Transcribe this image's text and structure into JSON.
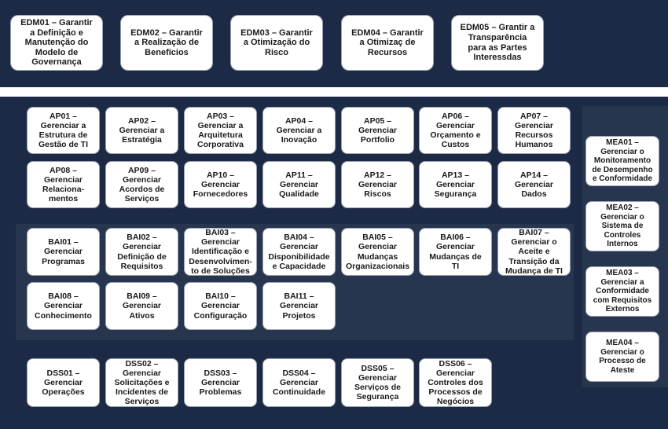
{
  "edm": [
    "EDM01 – Garantir\na Definição e\nManutenção do\nModelo de\nGovernança",
    "EDM02 – Garantir\na Realização de\nBenefícios",
    "EDM03 – Garantir\na Otimização do\nRisco",
    "EDM04 – Garantir\na Otimizaç de\nRecursos",
    "EDM05 – Grantir a\nTransparência\npara as Partes\nInteressdas"
  ],
  "apo_row1": [
    "AP01 –\nGerenciar a\nEstrutura de\nGestão de TI",
    "AP02 –\nGerenciar a\nEstratégia",
    "AP03 –\nGerenciar a\nArquitetura\nCorporativa",
    "AP04 –\nGerenciar a\nInovação",
    "AP05 –\nGerenciar\nPortfolio",
    "AP06 –\nGerenciar\nOrçamento e\nCustos",
    "AP07 –\nGerenciar\nRecursos\nHumanos"
  ],
  "apo_row2": [
    "AP08 –\nGerenciar\nRelaciona-\nmentos",
    "AP09 –\nGerenciar\nAcordos de\nServiços",
    "AP10 –\nGerenciar\nFornecedores",
    "AP11 –\nGerenciar\nQualidade",
    "AP12 –\nGerenciar\nRiscos",
    "AP13 –\nGerenciar\nSegurança",
    "AP14 –\nGerenciar\nDados"
  ],
  "bai_row1": [
    "BAI01 –\nGerenciar\nProgramas",
    "BAI02 –\nGerenciar\nDefinição de\nRequisitos",
    "BAI03 –\nGerenciar\nIdentificação e\nDesenvolvimen-\nto de Soluções",
    "BAI04 –\nGerenciar\nDisponibilidade\ne Capacidade",
    "BAI05 –\nGerenciar\nMudanças\nOrganizacionais",
    "BAI06 –\nGerenciar\nMudanças de\nTI",
    "BAI07 –\nGerenciar o\nAceite e\nTransição da\nMudança de TI"
  ],
  "bai_row2": [
    "BAI08 –\nGerenciar\nConhecimento",
    "BAI09 –\nGerenciar\nAtivos",
    "BAI10 –\nGerenciar\nConfiguração",
    "BAI11 –\nGerenciar\nProjetos"
  ],
  "dss": [
    "DSS01 –\nGerenciar\nOperações",
    "DSS02 –\nGerenciar\nSolicitações e\nIncidentes de\nServiços",
    "DSS03 –\nGerenciar\nProblemas",
    "DSS04 –\nGerenciar\nContinuidade",
    "DSS05 –\nGerenciar\nServiços de\nSegurança",
    "DSS06 –\nGerenciar\nControles dos\nProcessos de\nNegócios"
  ],
  "mea": [
    "MEA01 –\nGerenciar o\nMonitoramento\nde Desempenho\ne Conformidade",
    "MEA02 –\nGerenciar o\nSistema de\nControles\nInternos",
    "MEA03 –\nGerenciar a\nConformidade\ncom Requisitos\nExternos",
    "MEA04 –\nGerenciar o\nProcesso de\nAteste"
  ]
}
